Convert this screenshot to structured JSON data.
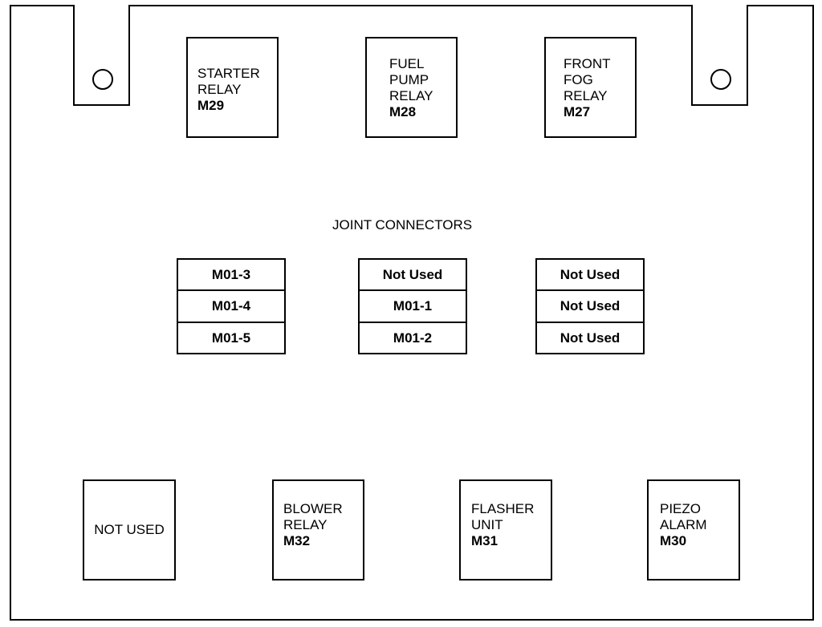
{
  "top_relays": [
    {
      "lines": [
        "STARTER",
        "RELAY"
      ],
      "code": "M29"
    },
    {
      "lines": [
        "FUEL",
        "PUMP",
        "RELAY"
      ],
      "code": "M28"
    },
    {
      "lines": [
        "FRONT",
        "FOG",
        "RELAY"
      ],
      "code": "M27"
    }
  ],
  "joint_connectors": {
    "heading": "JOINT CONNECTORS",
    "columns": [
      [
        "M01-3",
        "M01-4",
        "M01-5"
      ],
      [
        "Not Used",
        "M01-1",
        "M01-2"
      ],
      [
        "Not Used",
        "Not Used",
        "Not Used"
      ]
    ]
  },
  "bottom_relays": [
    {
      "label": "NOT USED"
    },
    {
      "lines": [
        "BLOWER",
        "RELAY"
      ],
      "code": "M32"
    },
    {
      "lines": [
        "FLASHER",
        "UNIT"
      ],
      "code": "M31"
    },
    {
      "lines": [
        "PIEZO",
        "ALARM"
      ],
      "code": "M30"
    }
  ]
}
